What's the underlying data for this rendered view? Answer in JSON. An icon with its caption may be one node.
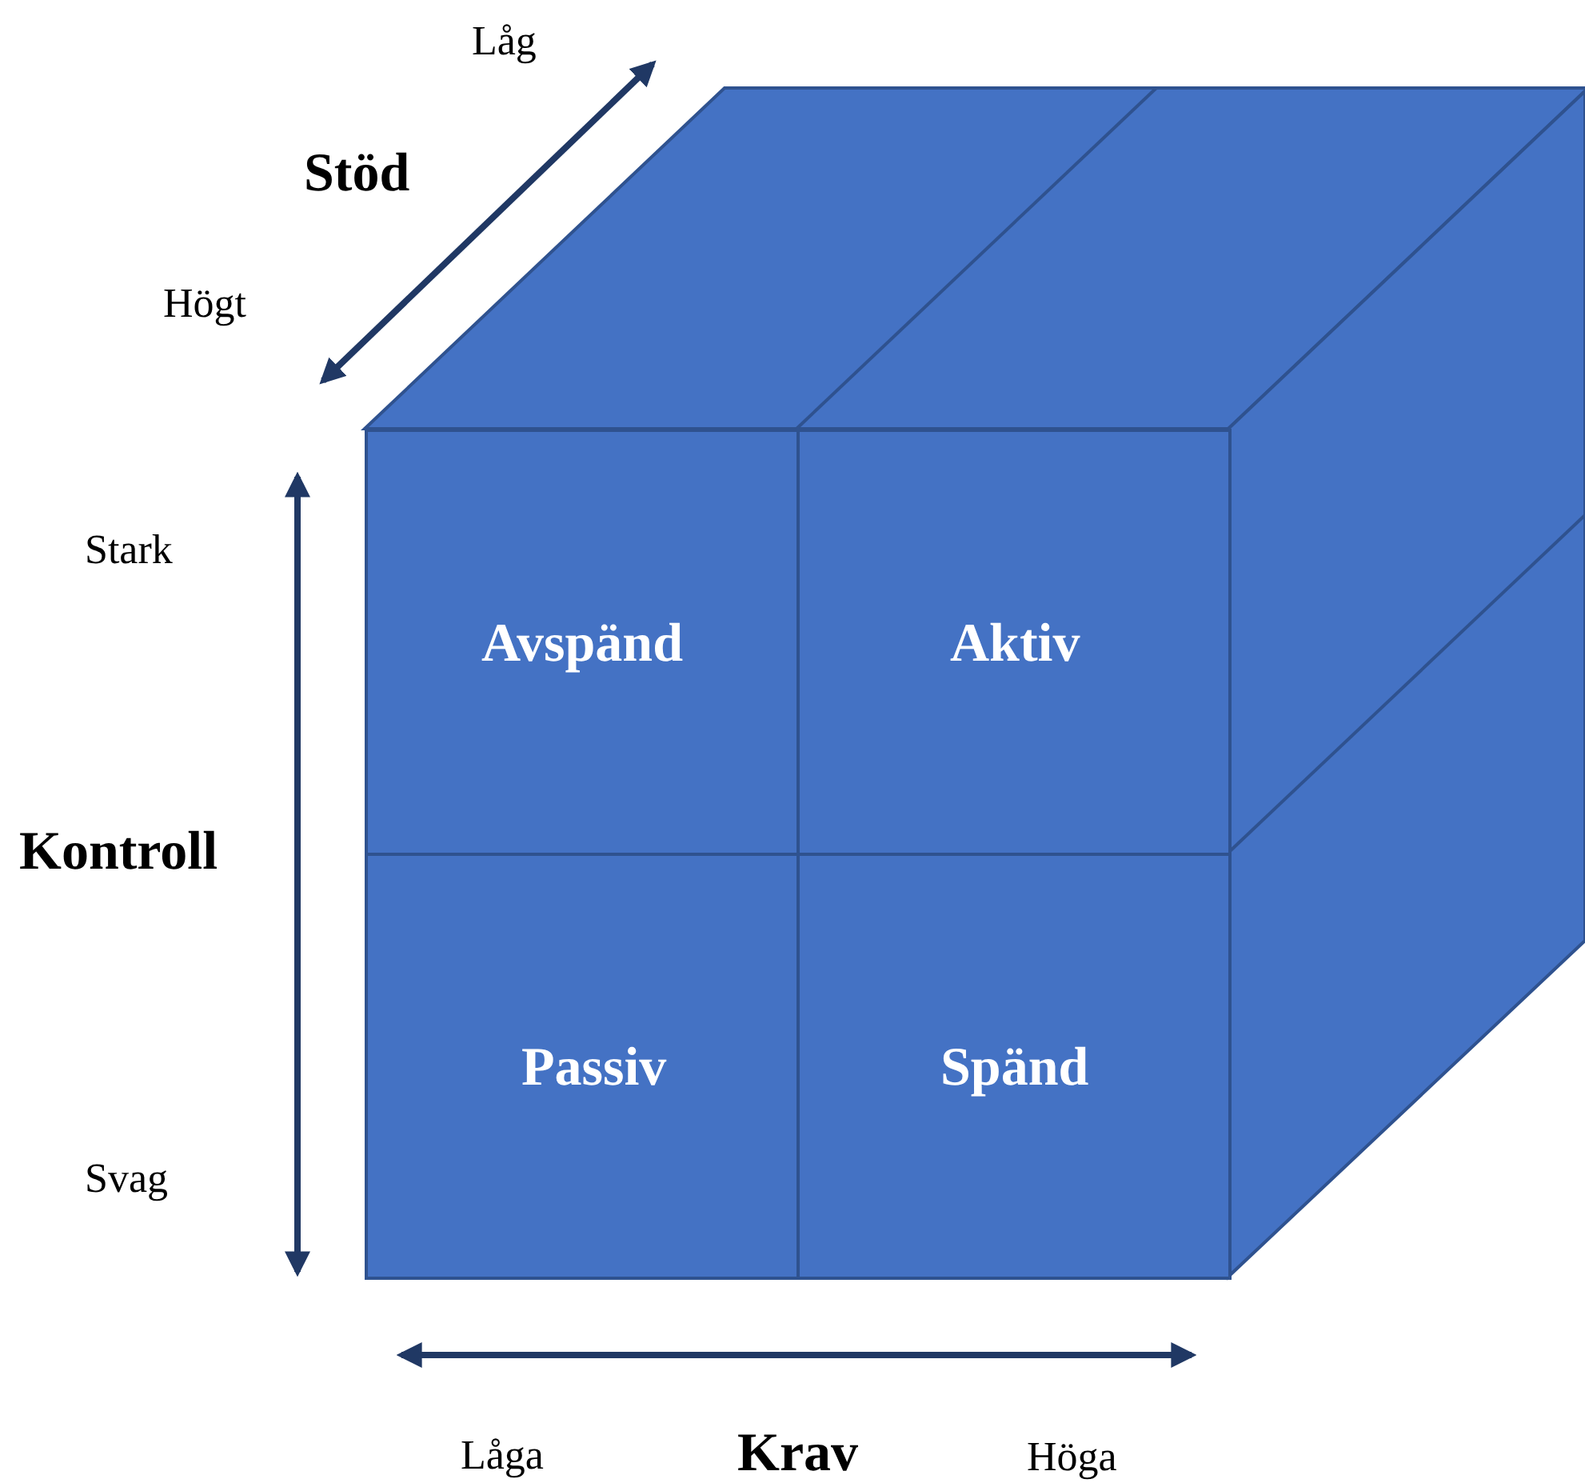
{
  "diagram": {
    "nodes": [
      {
        "text": [
          "Avspänd"
        ]
      },
      {
        "text": [
          "Aktiv"
        ]
      },
      {
        "text": [
          "Passiv"
        ]
      },
      {
        "text": [
          "Spänd"
        ]
      }
    ],
    "labels": [
      "Låg",
      "Stöd",
      "Högt",
      "Stark",
      "Kontroll",
      "Svag",
      "Låga",
      "Krav",
      "Höga"
    ]
  }
}
